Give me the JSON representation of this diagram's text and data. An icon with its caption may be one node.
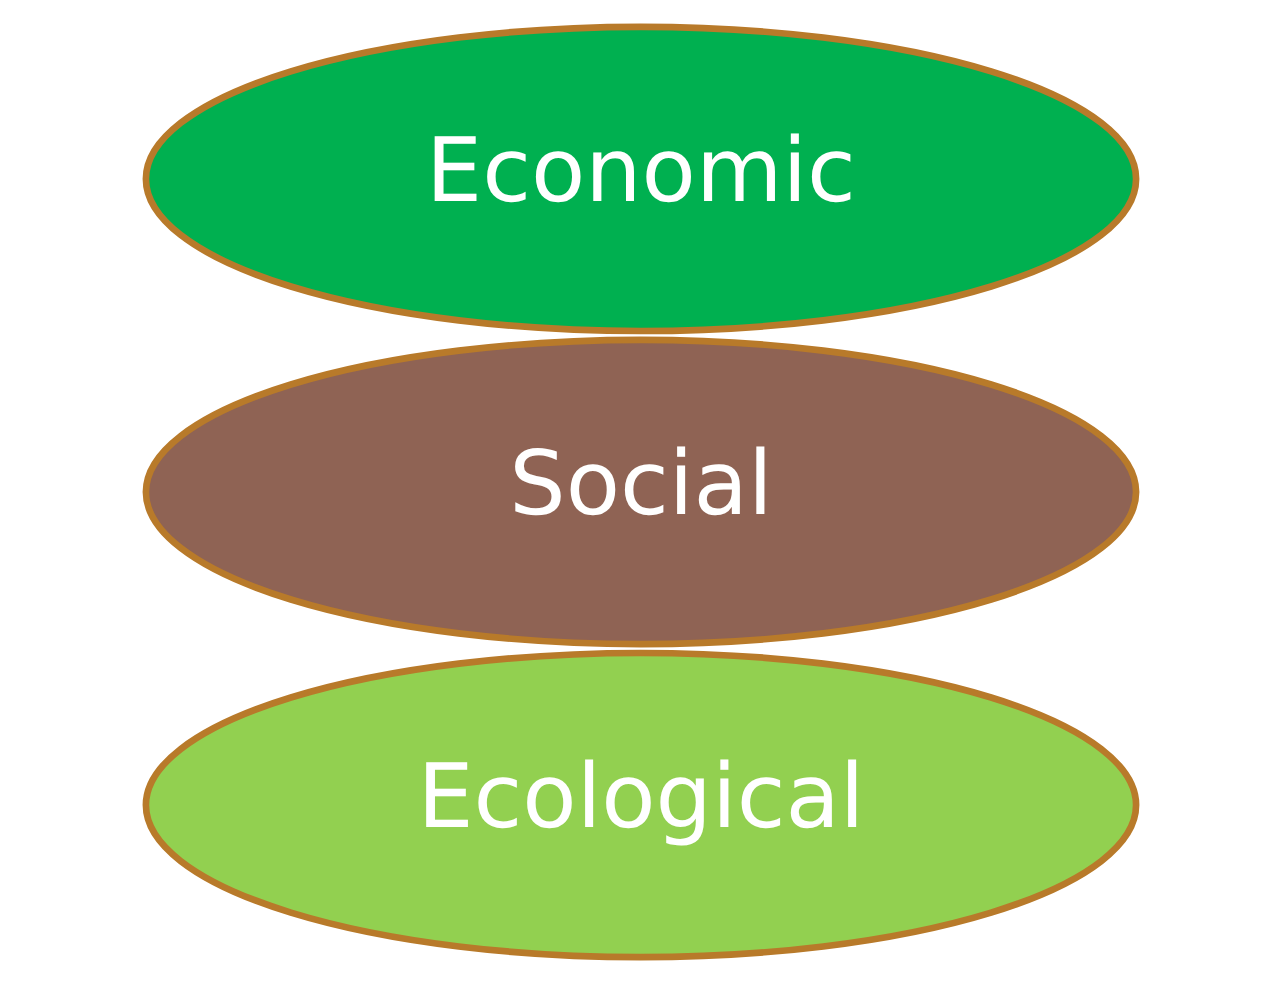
{
  "diagram": {
    "nodes": [
      {
        "text": [
          "Ecological"
        ]
      },
      {
        "text": [
          "Social"
        ]
      },
      {
        "text": [
          "Economic"
        ]
      }
    ]
  }
}
